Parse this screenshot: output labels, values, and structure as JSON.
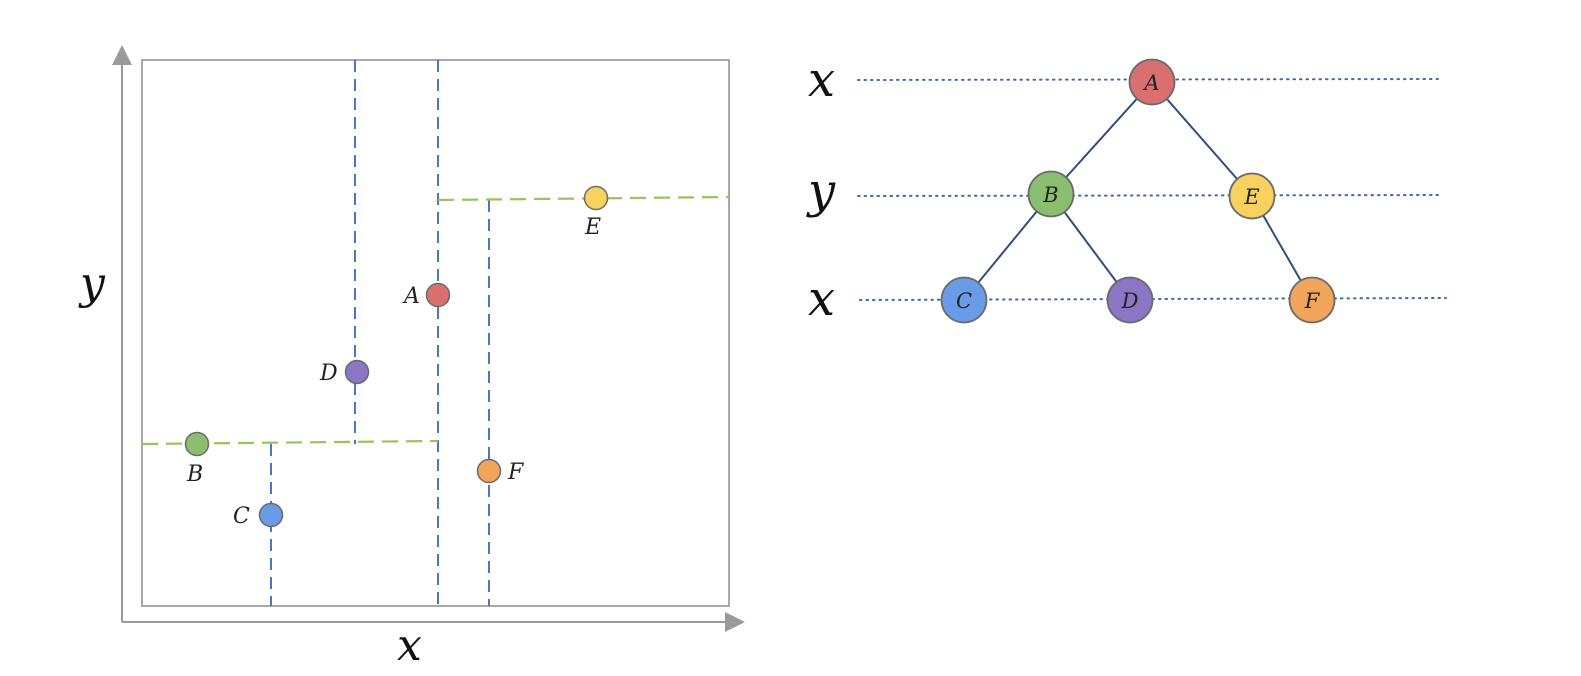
{
  "axes": {
    "x_label": "x",
    "y_label": "y"
  },
  "points": [
    {
      "id": "A",
      "label": "A",
      "color": "#d9706f"
    },
    {
      "id": "B",
      "label": "B",
      "color": "#8bbf6f"
    },
    {
      "id": "C",
      "label": "C",
      "color": "#6a9be8"
    },
    {
      "id": "D",
      "label": "D",
      "color": "#8a76c4"
    },
    {
      "id": "E",
      "label": "E",
      "color": "#f7d25e"
    },
    {
      "id": "F",
      "label": "F",
      "color": "#f0a55a"
    }
  ],
  "tree": {
    "levels": [
      "x",
      "y",
      "x"
    ],
    "edges": [
      [
        "A",
        "B"
      ],
      [
        "A",
        "E"
      ],
      [
        "B",
        "C"
      ],
      [
        "B",
        "D"
      ],
      [
        "E",
        "F"
      ]
    ]
  },
  "colors": {
    "vertical_split": "#4a78c0",
    "horizontal_split": "#9ac45a",
    "frame": "#a8a8a8",
    "axis": "#9a9a9a",
    "tree_edge": "#2f4f7a",
    "level_line": "#3f6aa0"
  }
}
